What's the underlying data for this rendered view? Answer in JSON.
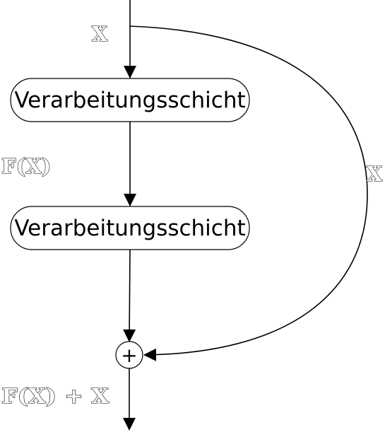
{
  "diagram": {
    "input_label": "X",
    "layers": [
      {
        "label": "Verarbeitungsschicht"
      },
      {
        "label": "Verarbeitungsschicht"
      }
    ],
    "intermediate_label": "F(X)",
    "skip_label": "X",
    "sum_symbol": "+",
    "output_label": "F(X) + X"
  },
  "colors": {
    "stroke": "#000000",
    "background": "#ffffff"
  },
  "icons": {
    "arrowhead": "arrowhead-icon"
  }
}
